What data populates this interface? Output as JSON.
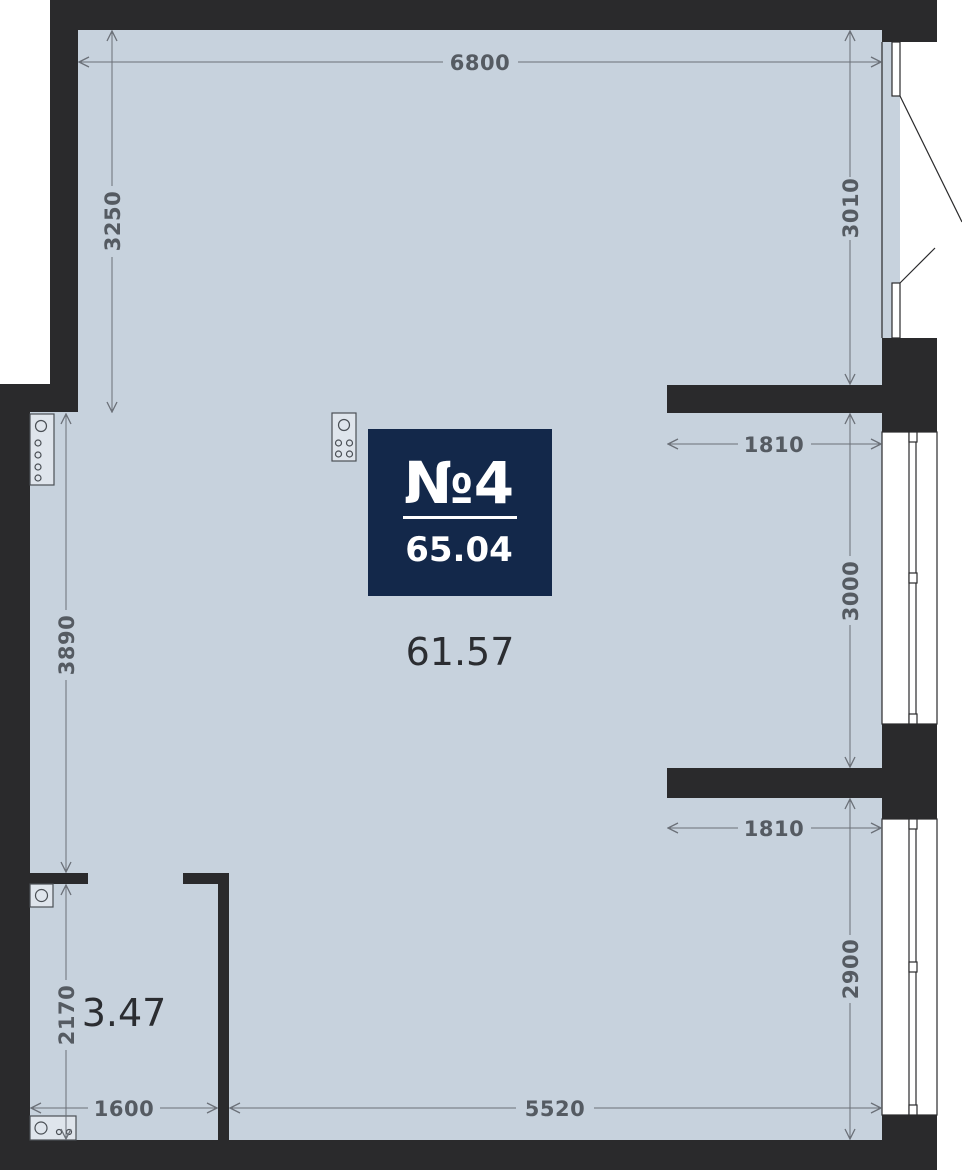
{
  "colors": {
    "floor": "#c7d2dd",
    "wall": "#2a2a2c",
    "badge": "#13284a",
    "dimension": "#6b7078"
  },
  "unit": {
    "number": "№4",
    "total_area": "65.04"
  },
  "rooms": [
    {
      "id": "main",
      "area": "61.57"
    },
    {
      "id": "bathroom",
      "area": "3.47"
    }
  ],
  "dimensions": {
    "top_width": "6800",
    "left_upper": "3250",
    "right_upper": "3010",
    "balcony_upper_depth": "1810",
    "right_middle": "3000",
    "left_main": "3890",
    "balcony_lower_depth": "1810",
    "right_lower": "2900",
    "bathroom_height": "2170",
    "bathroom_width": "1600",
    "bottom_main": "5520"
  },
  "icons": {
    "stove": "stove-icon",
    "sink": "sink-icon",
    "riser": "riser-icon",
    "toilet": "toilet-icon"
  }
}
